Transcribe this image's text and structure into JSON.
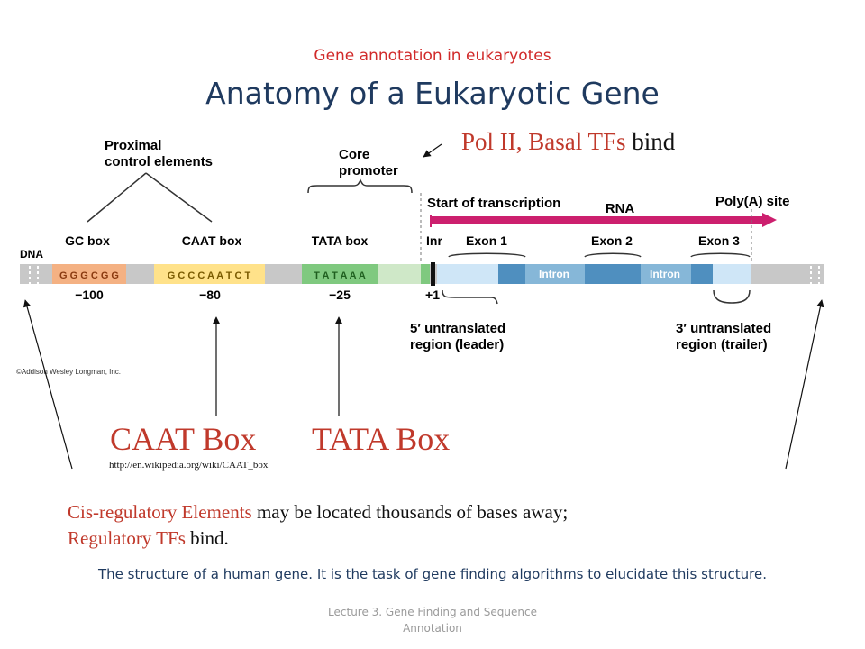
{
  "header": {
    "subtitle": "Gene annotation in eukaryotes",
    "title": "Anatomy of a Eukaryotic Gene"
  },
  "diagram": {
    "labels": {
      "proximal_line1": "Proximal",
      "proximal_line2": "control elements",
      "core_line1": "Core",
      "core_line2": "promoter",
      "start": "Start of transcription",
      "rna": "RNA",
      "polya": "Poly(A) site",
      "dna": "DNA",
      "gc_box": "GC box",
      "caat_box": "CAAT box",
      "tata_box": "TATA box",
      "inr": "Inr",
      "exon1": "Exon 1",
      "exon2": "Exon 2",
      "exon3": "Exon 3",
      "intron1": "Intron",
      "intron2": "Intron",
      "utr5_line1": "5′ untranslated",
      "utr5_line2": "region (leader)",
      "utr3_line1": "3′ untranslated",
      "utr3_line2": "region (trailer)",
      "copyright": "©Addison Wesley Longman, Inc."
    },
    "sequences": {
      "gc": "G G G C G G",
      "caat": "G C C C A A T C T",
      "tata": "T A T A A A"
    },
    "positions": {
      "gc": "−100",
      "caat": "−80",
      "tata": "−25",
      "start": "+1"
    },
    "colors": {
      "dna": "#c8c8c8",
      "gc": "#f4b183",
      "caat": "#ffe28a",
      "tata": "#7fc97f",
      "light_green": "#cfe8c8",
      "utr": "#cfe6f7",
      "exon": "#4f8fbf",
      "intron": "#86b7d8",
      "rna_arrow": "#cc1f6e"
    }
  },
  "annotations": {
    "pol2_red": "Pol II, Basal TFs",
    "pol2_black": " bind",
    "caat": "CAAT Box",
    "tata": "TATA Box",
    "wiki_url": "http://en.wikipedia.org/wiki/CAAT_box",
    "cis_red": "Cis-regulatory Elements",
    "cis_black": " may be located thousands of bases away;",
    "reg_red": "Regulatory TFs",
    "reg_black": " bind."
  },
  "caption": "The structure of a human gene. It is the task of gene finding algorithms to elucidate this structure.",
  "footer": "Lecture 3. Gene Finding and Sequence Annotation"
}
